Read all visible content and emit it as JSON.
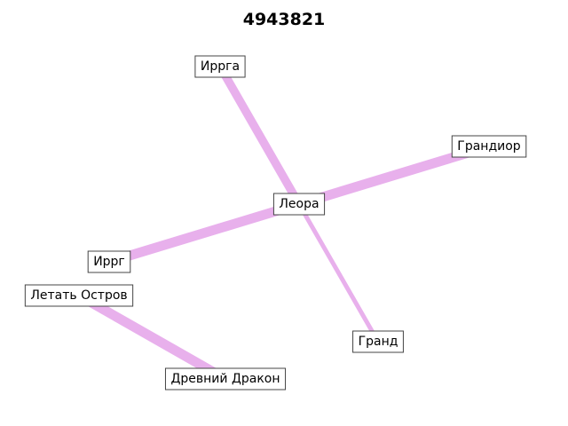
{
  "title": "4943821",
  "edge_color": "#e8b0ec",
  "nodes": [
    {
      "id": "irrga",
      "label": "Ирргa"
    },
    {
      "id": "grandior",
      "label": "Грандиор"
    },
    {
      "id": "leora",
      "label": "Леора"
    },
    {
      "id": "irrg",
      "label": "Иррг"
    },
    {
      "id": "letat",
      "label": "Летать Остров"
    },
    {
      "id": "grand",
      "label": "Гранд"
    },
    {
      "id": "dragon",
      "label": "Древний Дракон"
    }
  ],
  "edges": [
    {
      "source": "irrga",
      "target": "leora",
      "weight": 5
    },
    {
      "source": "leora",
      "target": "grand",
      "weight": 2
    },
    {
      "source": "grandior",
      "target": "leora",
      "weight": 6
    },
    {
      "source": "leora",
      "target": "irrg",
      "weight": 6
    },
    {
      "source": "letat",
      "target": "dragon",
      "weight": 6
    }
  ]
}
